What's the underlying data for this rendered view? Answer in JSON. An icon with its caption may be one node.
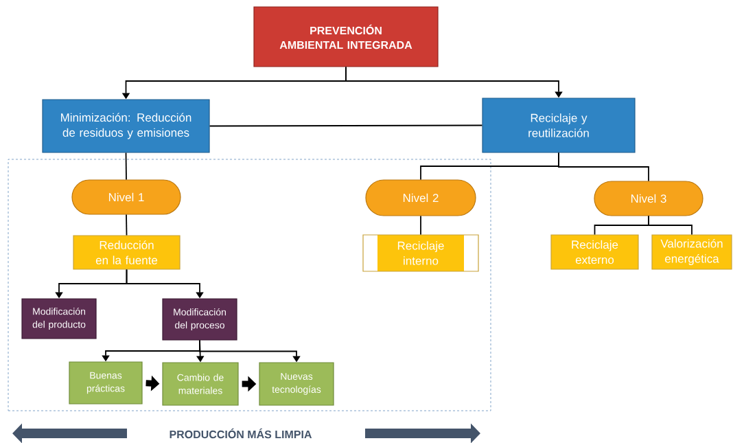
{
  "diagram": {
    "nodes": [
      {
        "text": [
          "PREVENCIÓN AMBIENTAL INTEGRADA"
        ]
      },
      {
        "text": [
          "Minimización: Reducción de residuos y emisiones"
        ]
      },
      {
        "text": [
          "Reciclaje y reutilización"
        ]
      },
      {
        "text": [
          "PRODUCCIÓN MÁS LIMPIA"
        ]
      },
      {
        "text": [
          "Nivel 1"
        ],
        "in": 3
      },
      {
        "text": [
          "Nivel 2"
        ],
        "in": 3
      },
      {
        "text": [
          "Nivel 3"
        ]
      },
      {
        "text": [
          "Reducción en la fuente"
        ],
        "in": 3
      },
      {
        "text": [
          "Reciclaje interno"
        ],
        "in": 3
      },
      {
        "text": [
          "Reciclaje externo"
        ]
      },
      {
        "text": [
          "Valorización energética"
        ]
      },
      {
        "text": [
          "Modificación del producto"
        ],
        "in": 3
      },
      {
        "text": [
          "Modificación del proceso"
        ],
        "in": 3
      },
      {
        "text": [
          "Buenas prácticas"
        ],
        "in": 3
      },
      {
        "text": [
          "Cambio de materiales"
        ],
        "in": 3
      },
      {
        "text": [
          "Nuevas tecnologías"
        ],
        "in": 3
      }
    ],
    "edges": [
      {
        "from": 0,
        "to": 1,
        "arrow": "to"
      },
      {
        "from": 0,
        "to": 2,
        "arrow": "to"
      },
      {
        "from": 1,
        "to": 2,
        "arrow": "none"
      },
      {
        "from": 1,
        "to": 4,
        "arrow": "none"
      },
      {
        "from": 2,
        "to": 5,
        "arrow": "none"
      },
      {
        "from": 2,
        "to": 6,
        "arrow": "none"
      },
      {
        "from": 4,
        "to": 7,
        "arrow": "none"
      },
      {
        "from": 5,
        "to": 8,
        "arrow": "none"
      },
      {
        "from": 6,
        "to": 9,
        "arrow": "none"
      },
      {
        "from": 6,
        "to": 10,
        "arrow": "none"
      },
      {
        "from": 7,
        "to": 11,
        "arrow": "to"
      },
      {
        "from": 7,
        "to": 12,
        "arrow": "to"
      },
      {
        "from": 12,
        "to": 13,
        "arrow": "to"
      },
      {
        "from": 12,
        "to": 14,
        "arrow": "to"
      },
      {
        "from": 12,
        "to": 15,
        "arrow": "to"
      },
      {
        "from": 13,
        "to": 14,
        "arrow": "to",
        "style": "thick"
      },
      {
        "from": 14,
        "to": 15,
        "arrow": "to",
        "style": "thick"
      }
    ]
  }
}
